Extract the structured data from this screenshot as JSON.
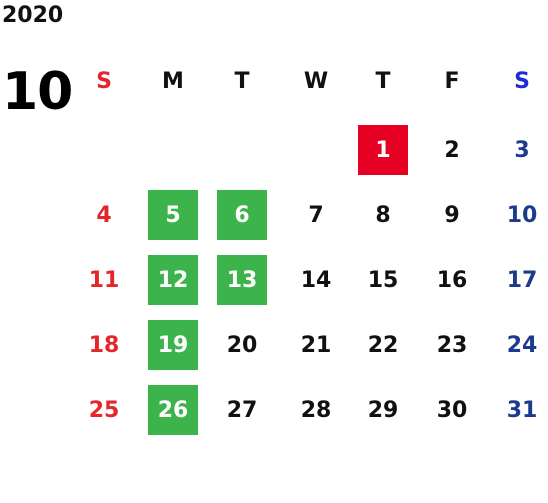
{
  "year": "2020",
  "month": "10",
  "colors": {
    "sunday": "#e3262a",
    "saturday_header": "#1d2ed6",
    "saturday": "#1d3a8c",
    "weekday": "#111111",
    "holiday_bg": "#e60023",
    "highlight_bg": "#3cb44b",
    "on_bg_text": "#ffffff"
  },
  "weekdays": [
    {
      "label": "S",
      "kind": "sunday"
    },
    {
      "label": "M",
      "kind": "weekday"
    },
    {
      "label": "T",
      "kind": "weekday"
    },
    {
      "label": "W",
      "kind": "weekday"
    },
    {
      "label": "T",
      "kind": "weekday"
    },
    {
      "label": "F",
      "kind": "weekday"
    },
    {
      "label": "S",
      "kind": "saturday"
    }
  ],
  "weeks": [
    [
      null,
      null,
      null,
      null,
      {
        "day": "1",
        "mark": "holiday"
      },
      {
        "day": "2"
      },
      {
        "day": "3"
      }
    ],
    [
      {
        "day": "4"
      },
      {
        "day": "5",
        "mark": "highlight"
      },
      {
        "day": "6",
        "mark": "highlight"
      },
      {
        "day": "7"
      },
      {
        "day": "8"
      },
      {
        "day": "9"
      },
      {
        "day": "10"
      }
    ],
    [
      {
        "day": "11"
      },
      {
        "day": "12",
        "mark": "highlight"
      },
      {
        "day": "13",
        "mark": "highlight"
      },
      {
        "day": "14"
      },
      {
        "day": "15"
      },
      {
        "day": "16"
      },
      {
        "day": "17"
      }
    ],
    [
      {
        "day": "18"
      },
      {
        "day": "19",
        "mark": "highlight"
      },
      {
        "day": "20"
      },
      {
        "day": "21"
      },
      {
        "day": "22"
      },
      {
        "day": "23"
      },
      {
        "day": "24"
      }
    ],
    [
      {
        "day": "25"
      },
      {
        "day": "26",
        "mark": "highlight"
      },
      {
        "day": "27"
      },
      {
        "day": "28"
      },
      {
        "day": "29"
      },
      {
        "day": "30"
      },
      {
        "day": "31"
      }
    ]
  ]
}
